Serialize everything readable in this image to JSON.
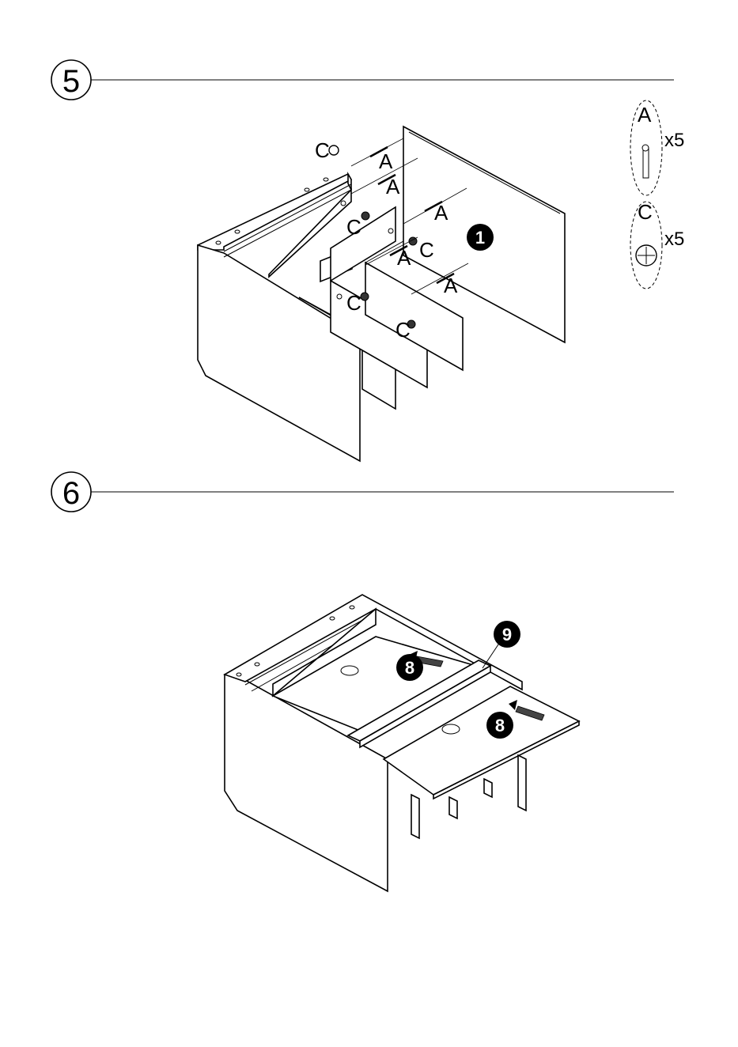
{
  "steps": [
    {
      "number": "5"
    },
    {
      "number": "6"
    }
  ],
  "step5": {
    "part_labels": [
      "C",
      "A",
      "A",
      "C",
      "A",
      "C",
      "A",
      "C",
      "C",
      "A"
    ],
    "panel_badge": "1"
  },
  "hardware": [
    {
      "letter": "A",
      "qty": "x5"
    },
    {
      "letter": "C",
      "qty": "x5"
    }
  ],
  "step6": {
    "badges": [
      "9",
      "8",
      "8"
    ]
  }
}
